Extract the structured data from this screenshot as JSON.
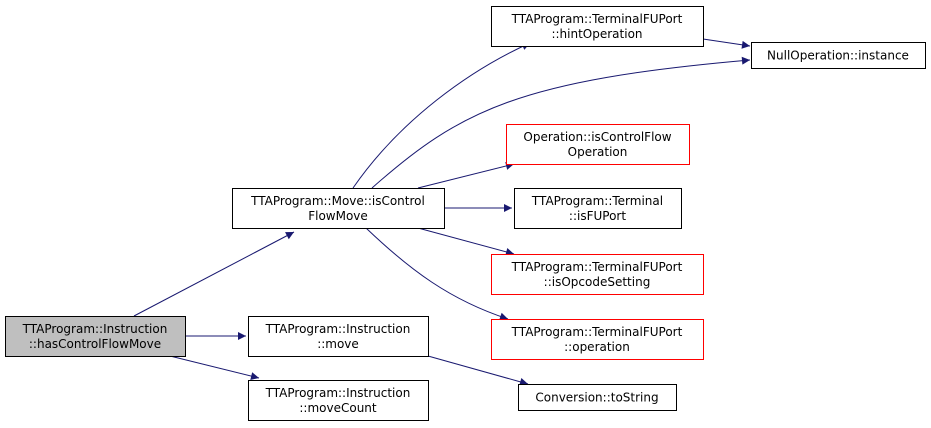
{
  "colors": {
    "edge": "#191970",
    "border_normal": "#000000",
    "border_truncated": "#ff0000",
    "root_fill": "#bfbfbf",
    "node_fill": "#ffffff"
  },
  "nodes": [
    {
      "id": "root",
      "lines": [
        "TTAProgram::Instruction",
        "::hasControlFlowMove"
      ],
      "style": "root"
    },
    {
      "id": "isControlFlowMove",
      "lines": [
        "TTAProgram::Move::isControl",
        "FlowMove"
      ],
      "style": "normal"
    },
    {
      "id": "instructionMove",
      "lines": [
        "TTAProgram::Instruction",
        "::move"
      ],
      "style": "normal"
    },
    {
      "id": "moveCount",
      "lines": [
        "TTAProgram::Instruction",
        "::moveCount"
      ],
      "style": "normal"
    },
    {
      "id": "hintOperation",
      "lines": [
        "TTAProgram::TerminalFUPort",
        "::hintOperation"
      ],
      "style": "normal"
    },
    {
      "id": "nullOperation",
      "lines": [
        "NullOperation::instance"
      ],
      "style": "normal"
    },
    {
      "id": "isControlFlowOperation",
      "lines": [
        "Operation::isControlFlow",
        "Operation"
      ],
      "style": "truncated"
    },
    {
      "id": "isFUPort",
      "lines": [
        "TTAProgram::Terminal",
        "::isFUPort"
      ],
      "style": "normal"
    },
    {
      "id": "isOpcodeSetting",
      "lines": [
        "TTAProgram::TerminalFUPort",
        "::isOpcodeSetting"
      ],
      "style": "truncated"
    },
    {
      "id": "operation",
      "lines": [
        "TTAProgram::TerminalFUPort",
        "::operation"
      ],
      "style": "truncated"
    },
    {
      "id": "toString",
      "lines": [
        "Conversion::toString"
      ],
      "style": "normal"
    }
  ],
  "edges": [
    {
      "from": "root",
      "to": "isControlFlowMove"
    },
    {
      "from": "root",
      "to": "instructionMove"
    },
    {
      "from": "root",
      "to": "moveCount"
    },
    {
      "from": "isControlFlowMove",
      "to": "hintOperation"
    },
    {
      "from": "isControlFlowMove",
      "to": "nullOperation"
    },
    {
      "from": "isControlFlowMove",
      "to": "isControlFlowOperation"
    },
    {
      "from": "isControlFlowMove",
      "to": "isFUPort"
    },
    {
      "from": "isControlFlowMove",
      "to": "isOpcodeSetting"
    },
    {
      "from": "isControlFlowMove",
      "to": "operation"
    },
    {
      "from": "hintOperation",
      "to": "nullOperation"
    },
    {
      "from": "instructionMove",
      "to": "toString"
    }
  ]
}
